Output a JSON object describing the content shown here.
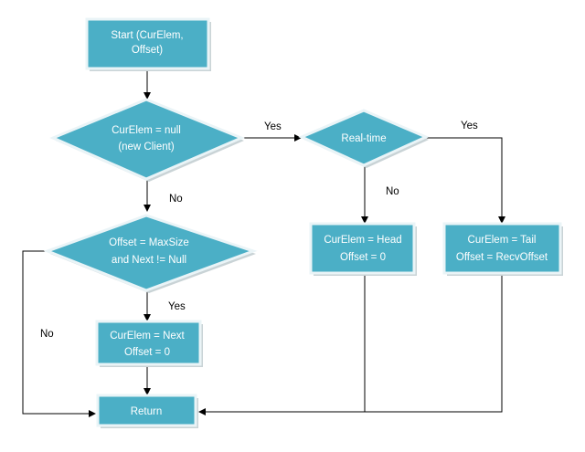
{
  "nodes": {
    "start": {
      "line1": "Start  (CurElem,",
      "line2": "Offset)"
    },
    "curelem_null": {
      "line1": "CurElem = null",
      "line2": "(new Client)"
    },
    "realtime": {
      "line1": "Real-time"
    },
    "offset_max": {
      "line1": "Offset = MaxSize",
      "line2": "and Next != Null"
    },
    "set_head": {
      "line1": "CurElem = Head",
      "line2": "Offset = 0"
    },
    "set_tail": {
      "line1": "CurElem = Tail",
      "line2": "Offset = RecvOffset"
    },
    "set_next": {
      "line1": "CurElem = Next",
      "line2": "Offset = 0"
    },
    "return": {
      "line1": "Return"
    }
  },
  "edge_labels": {
    "null_yes": "Yes",
    "realtime_yes": "Yes",
    "null_no": "No",
    "realtime_no": "No",
    "offset_yes": "Yes",
    "offset_no": "No"
  },
  "colors": {
    "shape_fill": "#4bafc6",
    "shape_border": "#eaf4f7",
    "line": "#000000"
  }
}
